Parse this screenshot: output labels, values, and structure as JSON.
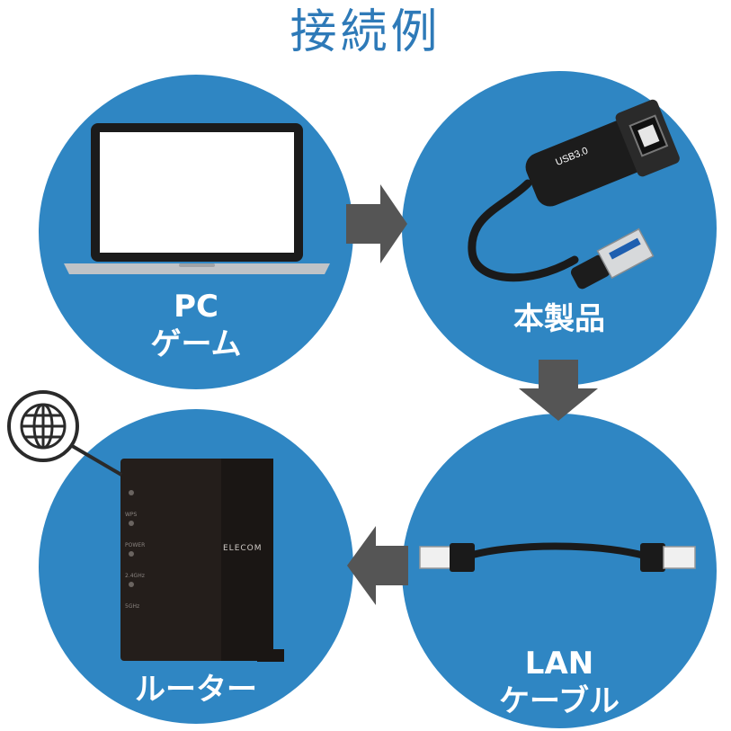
{
  "title": "接続例",
  "nodes": {
    "pc": {
      "line1": "PC",
      "line2": "ゲーム"
    },
    "adapter": {
      "label": "本製品",
      "usb_text": "USB3.0"
    },
    "cable": {
      "line1": "LAN",
      "line2": "ケーブル"
    },
    "router": {
      "label": "ルーター",
      "brand": "ELECOM",
      "leds": [
        "WPS",
        "POWER",
        "2.4GHz",
        "5GHz"
      ]
    }
  },
  "colors": {
    "circle": "#2f86c3",
    "arrow": "#555555",
    "title": "#2e7ab8"
  },
  "icons": [
    "globe-icon",
    "arrow-right-icon",
    "arrow-down-icon",
    "arrow-left-icon"
  ]
}
